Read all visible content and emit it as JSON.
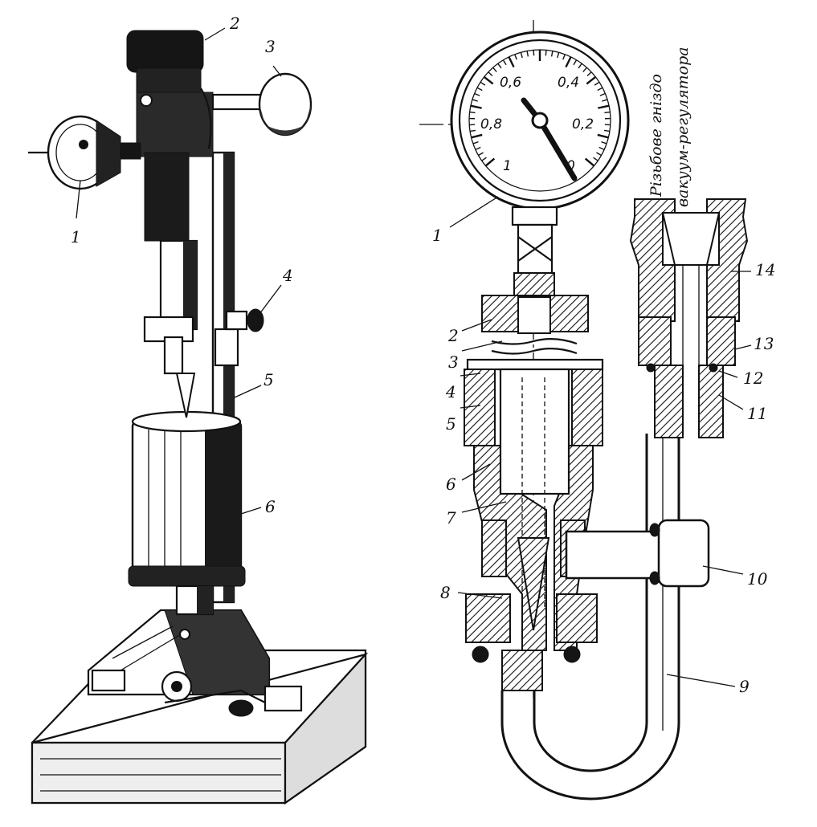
{
  "left_labels": [
    "1",
    "2",
    "3",
    "4",
    "5",
    "6"
  ],
  "right_labels": [
    "1",
    "2",
    "3",
    "4",
    "5",
    "6",
    "7",
    "8",
    "9",
    "10",
    "11",
    "12",
    "13",
    "14"
  ],
  "dial_ticks": [
    "0,6",
    "0,4",
    "0,8",
    "0,2",
    "1",
    "0"
  ],
  "caption_line1": "Різьбове гніздо",
  "caption_line2": "вакуум-регулятора"
}
